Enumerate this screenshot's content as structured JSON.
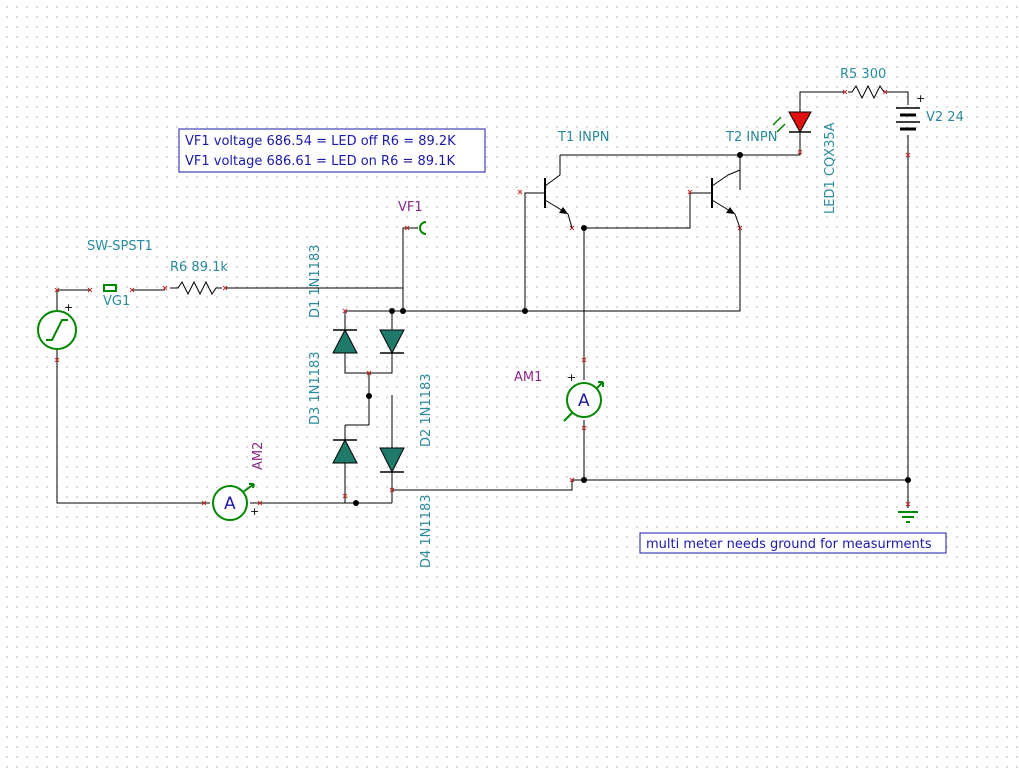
{
  "notes": {
    "led_line1": "VF1 voltage 686.54 = LED off  R6 = 89.2K",
    "led_line2": "VF1 voltage 686.61 = LED on  R6 = 89.1K",
    "ground_note": "multi meter needs ground for measurments"
  },
  "components": {
    "switch": "SW-SPST1",
    "r6": "R6 89.1k",
    "vg1": "VG1",
    "vf1": "VF1",
    "d1": "D1 1N1183",
    "d2": "D2 1N1183",
    "d3": "D3 1N1183",
    "d4": "D4 1N1183",
    "am1": "AM1",
    "am2": "AM2",
    "t1": "T1 INPN",
    "t2": "T2 INPN",
    "led1": "LED1 CQX35A",
    "r5": "R5 300",
    "v2": "V2 24"
  },
  "symbols": {
    "ammeter": "A",
    "plus": "+"
  },
  "icons": [
    "signal-generator-icon",
    "switch-icon",
    "resistor-icon",
    "diode-icon",
    "ammeter-icon",
    "npn-transistor-icon",
    "led-icon",
    "battery-icon",
    "ground-icon",
    "voltage-probe-icon"
  ],
  "colors": {
    "label_teal": "#2a8a9c",
    "label_purple": "#8a2a8a",
    "note_blue": "#1a1aaa",
    "diode_fill": "#1f7a6a",
    "led_fill": "#e01010",
    "meter_green": "#008800",
    "pin_red": "#c03030"
  }
}
